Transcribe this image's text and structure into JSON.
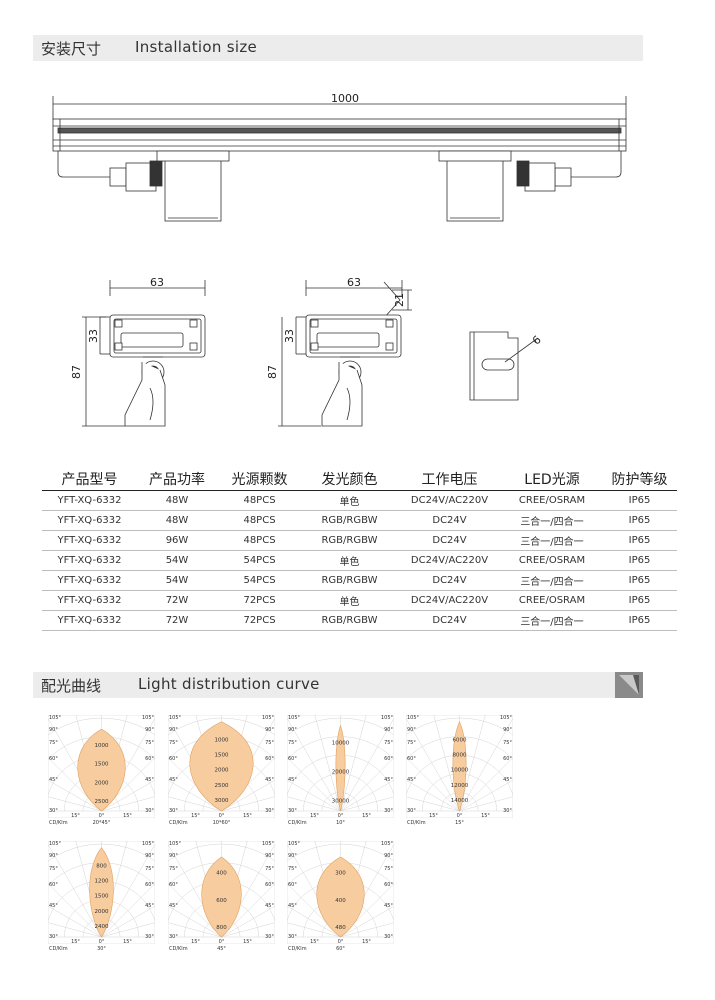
{
  "section1": {
    "cn": "安装尺寸",
    "en": "Installation size"
  },
  "section2": {
    "cn": "配光曲线",
    "en": "Light distribution curve"
  },
  "dims": {
    "length": "1000",
    "width_a": "63",
    "width_b": "63",
    "h33_a": "33",
    "h87_a": "87",
    "h33_b": "33",
    "h87_b": "87",
    "h21": "21",
    "hole": "6"
  },
  "table": {
    "headers": [
      "产品型号",
      "产品功率",
      "光源颗数",
      "发光颜色",
      "工作电压",
      "LED光源",
      "防护等级"
    ],
    "rows": [
      [
        "YFT-XQ-6332",
        "48W",
        "48PCS",
        "单色",
        "DC24V/AC220V",
        "CREE/OSRAM",
        "IP65"
      ],
      [
        "YFT-XQ-6332",
        "48W",
        "48PCS",
        "RGB/RGBW",
        "DC24V",
        "三合一/四合一",
        "IP65"
      ],
      [
        "YFT-XQ-6332",
        "96W",
        "48PCS",
        "RGB/RGBW",
        "DC24V",
        "三合一/四合一",
        "IP65"
      ],
      [
        "YFT-XQ-6332",
        "54W",
        "54PCS",
        "单色",
        "DC24V/AC220V",
        "CREE/OSRAM",
        "IP65"
      ],
      [
        "YFT-XQ-6332",
        "54W",
        "54PCS",
        "RGB/RGBW",
        "DC24V",
        "三合一/四合一",
        "IP65"
      ],
      [
        "YFT-XQ-6332",
        "72W",
        "72PCS",
        "单色",
        "DC24V/AC220V",
        "CREE/OSRAM",
        "IP65"
      ],
      [
        "YFT-XQ-6332",
        "72W",
        "72PCS",
        "RGB/RGBW",
        "DC24V",
        "三合一/四合一",
        "IP65"
      ]
    ]
  },
  "curve_common": {
    "angles_left": [
      "105°",
      "90°",
      "75°",
      "60°",
      "45°",
      "30°"
    ],
    "angles_right": [
      "105°",
      "90°",
      "75°",
      "60°",
      "45°",
      "30°"
    ],
    "bottom_ticks": [
      "15°",
      "0°",
      "15°"
    ],
    "unit": "CD/Klm"
  },
  "curves": [
    {
      "beam": "20*45°",
      "values": [
        "1000",
        "1500",
        "2000",
        "2500"
      ],
      "half_width": 0.36,
      "reach": 0.88,
      "bottom_label": "30°"
    },
    {
      "beam": "10*60°",
      "values": [
        "1000",
        "1500",
        "2000",
        "2500",
        "3000"
      ],
      "half_width": 0.48,
      "reach": 0.96,
      "bottom_label": "30°"
    },
    {
      "beam": "10°",
      "values": [
        "10000",
        "20000",
        "30000"
      ],
      "half_width": 0.07,
      "reach": 0.92,
      "bottom_label": "30°"
    },
    {
      "beam": "15°",
      "values": [
        "6000",
        "8000",
        "10000",
        "12000",
        "14000"
      ],
      "half_width": 0.1,
      "reach": 0.96,
      "bottom_label": "30°"
    },
    {
      "beam": "30°",
      "values": [
        "800",
        "1200",
        "1500",
        "2000",
        "2400"
      ],
      "half_width": 0.18,
      "reach": 0.96,
      "bottom_label": "30°"
    },
    {
      "beam": "45°",
      "values": [
        "400",
        "600",
        "800"
      ],
      "half_width": 0.3,
      "reach": 0.86,
      "bottom_label": "30°"
    },
    {
      "beam": "60°",
      "values": [
        "300",
        "400",
        "480"
      ],
      "half_width": 0.36,
      "reach": 0.86,
      "bottom_label": "30°"
    }
  ]
}
